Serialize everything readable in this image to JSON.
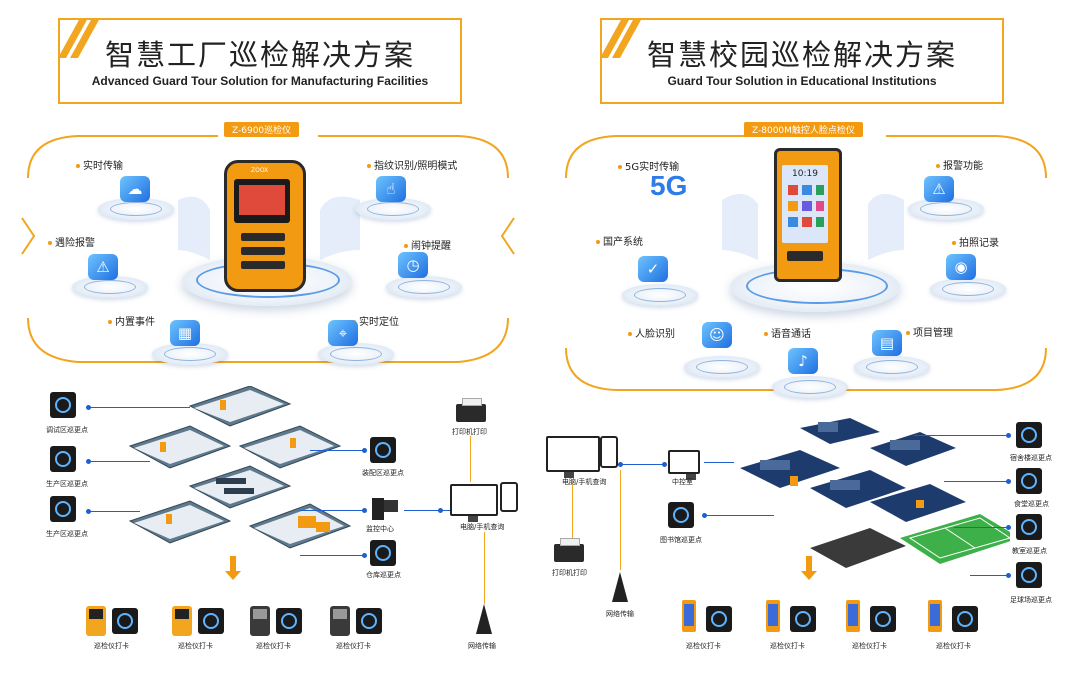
{
  "left": {
    "title_cn": "智慧工厂巡检解决方案",
    "title_en": "Advanced Guard Tour Solution for Manufacturing Facilities",
    "device_tag": "Z-6900巡检仪",
    "device_screen_text": "ZOOX",
    "features": [
      {
        "label": "实时传输",
        "icon": "cloud-transfer-icon",
        "glyph": "☁"
      },
      {
        "label": "指纹识别/照明模式",
        "icon": "fingerprint-icon",
        "glyph": "☝"
      },
      {
        "label": "遇险报警",
        "icon": "alarm-icon",
        "glyph": "⚠"
      },
      {
        "label": "闹钟提醒",
        "icon": "clock-icon",
        "glyph": "◷"
      },
      {
        "label": "内置事件",
        "icon": "calendar-icon",
        "glyph": "▦"
      },
      {
        "label": "实时定位",
        "icon": "map-pin-icon",
        "glyph": "⌖"
      }
    ],
    "checkpoints": {
      "debug": "调试区巡更点",
      "prod1": "生产区巡更点",
      "prod2": "生产区巡更点",
      "assembly": "装配区巡更点",
      "monitor": "监控中心",
      "warehouse": "仓库巡更点",
      "printer": "打印机打印",
      "computer": "电脑/手机查询",
      "network": "网络传输"
    },
    "devices": [
      "巡检仪打卡",
      "巡检仪打卡",
      "巡检仪打卡",
      "巡检仪打卡"
    ]
  },
  "right": {
    "title_cn": "智慧校园巡检解决方案",
    "title_en": "Guard Tour Solution in Educational Institutions",
    "device_tag": "Z-8000M触控人脸点检仪",
    "device_screen_time": "10:19",
    "features": [
      {
        "label": "5G实时传输",
        "icon": "5g-icon",
        "glyph": "5G"
      },
      {
        "label": "报警功能",
        "icon": "alarm-icon",
        "glyph": "⚠"
      },
      {
        "label": "国产系统",
        "icon": "shield-icon",
        "glyph": "✓"
      },
      {
        "label": "拍照记录",
        "icon": "camera-icon",
        "glyph": "◉"
      },
      {
        "label": "人脸识别",
        "icon": "face-id-icon",
        "glyph": "☺"
      },
      {
        "label": "语音通话",
        "icon": "microphone-icon",
        "glyph": "♪"
      },
      {
        "label": "项目管理",
        "icon": "document-icon",
        "glyph": "▤"
      }
    ],
    "checkpoints": {
      "computer": "电脑/手机查询",
      "control": "中控室",
      "library": "图书馆巡更点",
      "printer": "打印机打印",
      "network": "网络传输",
      "dorm": "宿舍楼巡更点",
      "canteen": "食堂巡更点",
      "classroom": "教室巡更点",
      "football": "足球场巡更点"
    },
    "devices": [
      "巡检仪打卡",
      "巡检仪打卡",
      "巡检仪打卡",
      "巡检仪打卡"
    ]
  },
  "colors": {
    "accent": "#f2a51e",
    "link": "#1f5fd0",
    "icon_blue": "#2f7be8"
  }
}
